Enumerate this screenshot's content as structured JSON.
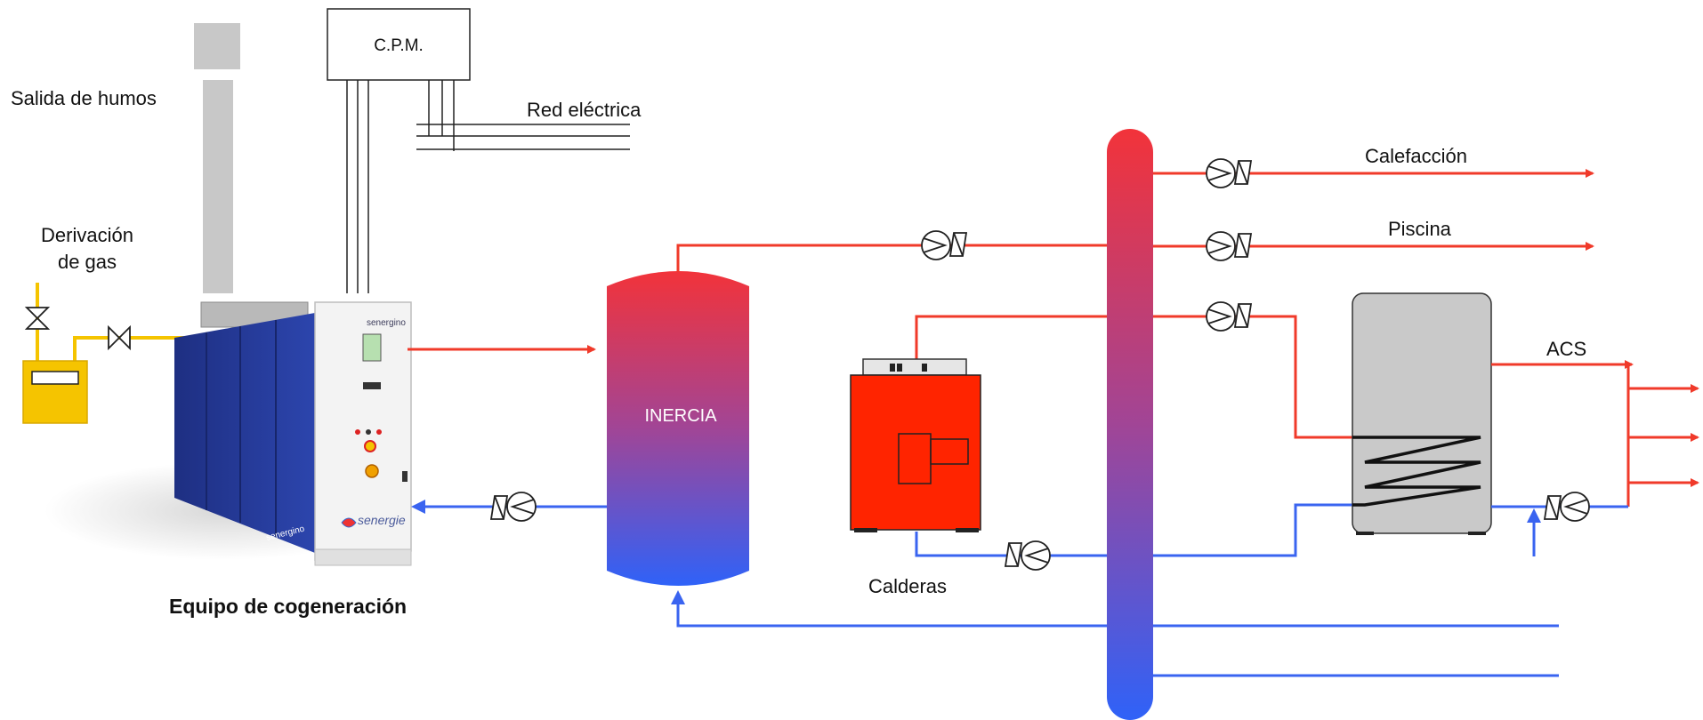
{
  "labels": {
    "cpm": "C.P.M.",
    "salida_humos": "Salida de humos",
    "red_electrica": "Red eléctrica",
    "derivacion_gas_line1": "Derivación",
    "derivacion_gas_line2": "de gas",
    "equipo": "Equipo de cogeneración",
    "inercia": "INERCIA",
    "calderas": "Calderas",
    "calefaccion": "Calefacción",
    "piscina": "Piscina",
    "acs": "ACS"
  },
  "unit_branding": {
    "brand_top": "senergino",
    "brand_mid": "senergie",
    "brand_side": "senergino"
  },
  "colors": {
    "hot": "#f03a2a",
    "cold": "#3a64f0",
    "gas": "#f5c400",
    "unit_blue": "#263c9c",
    "boiler": "#ff2400",
    "chimney": "#c8c8c8",
    "acs_tank": "#c9c9c9"
  }
}
